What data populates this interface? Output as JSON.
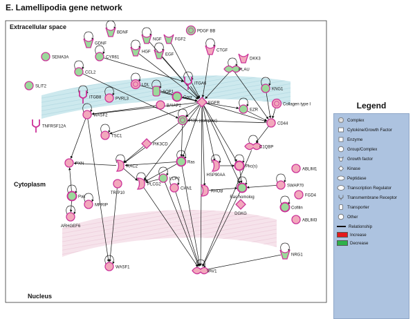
{
  "title": "E. Lamellipodia gene network",
  "regions": {
    "extracellular": "Extracellular space",
    "cytoplasm": "Cytoplasm",
    "nucleus": "Nucleus"
  },
  "colors": {
    "increase": "#e41a1c",
    "decrease": "#2fb24a",
    "up_fill": "#f2a8bc",
    "down_fill": "#9bd99a",
    "node_stroke": "#cc3399",
    "membrane": "#bfe3ea",
    "nuclear_membrane": "#f2d8e4",
    "legend_bg": "#adc3e0"
  },
  "nodes": [
    {
      "id": "BDNF",
      "label": "BDNF",
      "shape": "growth-factor",
      "reg": "down"
    },
    {
      "id": "GDNF",
      "label": "GDNF",
      "shape": "growth-factor",
      "reg": "down"
    },
    {
      "id": "NGF",
      "label": "NGF",
      "shape": "growth-factor",
      "reg": "down"
    },
    {
      "id": "FGF2",
      "label": "FGF2",
      "shape": "growth-factor",
      "reg": "down"
    },
    {
      "id": "PDGFBB",
      "label": "PDGF BB",
      "shape": "complex",
      "reg": "down"
    },
    {
      "id": "HGF",
      "label": "HGF",
      "shape": "growth-factor",
      "reg": "down"
    },
    {
      "id": "EGF",
      "label": "EGF",
      "shape": "growth-factor",
      "reg": "down"
    },
    {
      "id": "CTGF",
      "label": "CTGF",
      "shape": "growth-factor",
      "reg": "up"
    },
    {
      "id": "DKK3",
      "label": "DKK3",
      "shape": "growth-factor",
      "reg": "up"
    },
    {
      "id": "CYR61",
      "label": "CYR61",
      "shape": "other",
      "reg": "down"
    },
    {
      "id": "SEMA3A",
      "label": "SEMA3A",
      "shape": "other",
      "reg": "down"
    },
    {
      "id": "CCL2",
      "label": "CCL2",
      "shape": "other",
      "reg": "down"
    },
    {
      "id": "PLAU",
      "label": "PLAU",
      "shape": "peptidase",
      "reg": "down"
    },
    {
      "id": "SLIT2",
      "label": "SLIT2",
      "shape": "other",
      "reg": "down"
    },
    {
      "id": "LDL",
      "label": "LDL",
      "shape": "complex",
      "reg": "up"
    },
    {
      "id": "ITGB8",
      "label": "ITGB8",
      "shape": "receptor",
      "reg": "down"
    },
    {
      "id": "PVRL3",
      "label": "PVRL3",
      "shape": "other",
      "reg": "up"
    },
    {
      "id": "AQP1",
      "label": "AQP1",
      "shape": "transporter",
      "reg": "down"
    },
    {
      "id": "GPCR",
      "label": "Gpcr",
      "shape": "group",
      "reg": "down"
    },
    {
      "id": "ITGA6",
      "label": "ITGA6",
      "shape": "receptor",
      "reg": "up"
    },
    {
      "id": "BAIAP2",
      "label": "BAIAP2",
      "shape": "other",
      "reg": "up"
    },
    {
      "id": "EGFR",
      "label": "EGFR",
      "shape": "kinase",
      "reg": "up"
    },
    {
      "id": "KNG1",
      "label": "KNG1",
      "shape": "other",
      "reg": "down"
    },
    {
      "id": "COLLAGEN",
      "label": "Collagen type I",
      "shape": "complex",
      "reg": "up"
    },
    {
      "id": "TNFRSF12A",
      "label": "TNFRSF12A",
      "shape": "receptor",
      "reg": "up"
    },
    {
      "id": "WASF2",
      "label": "WASF2",
      "shape": "other",
      "reg": "up"
    },
    {
      "id": "EZR",
      "label": "EZR",
      "shape": "other",
      "reg": "down"
    },
    {
      "id": "PI3K",
      "label": "PI3K (complex)",
      "shape": "complex",
      "reg": "down"
    },
    {
      "id": "CD44",
      "label": "CD44",
      "shape": "other",
      "reg": "up"
    },
    {
      "id": "TSC1",
      "label": "TSC1",
      "shape": "other",
      "reg": "up"
    },
    {
      "id": "PIK3CD",
      "label": "PIK3CD",
      "shape": "kinase",
      "reg": "up"
    },
    {
      "id": "C1QBP",
      "label": "C1QBP",
      "shape": "peptidase",
      "reg": "up"
    },
    {
      "id": "PXN",
      "label": "PXN",
      "shape": "other",
      "reg": "up"
    },
    {
      "id": "RAC2",
      "label": "RAC2",
      "shape": "enzyme",
      "reg": "up"
    },
    {
      "id": "RAS",
      "label": "Ras",
      "shape": "group",
      "reg": "down"
    },
    {
      "id": "HSP90AA",
      "label": "HSP90AA",
      "shape": "enzyme",
      "reg": "up"
    },
    {
      "id": "PKCS",
      "label": "Pkc(s)",
      "shape": "group",
      "reg": "up"
    },
    {
      "id": "ABLIM1",
      "label": "ABLIM1",
      "shape": "other",
      "reg": "up"
    },
    {
      "id": "LCP2",
      "label": "LCP2",
      "shape": "other",
      "reg": "down"
    },
    {
      "id": "PAK",
      "label": "Pak",
      "shape": "group",
      "reg": "down"
    },
    {
      "id": "TRIP10",
      "label": "TRIP10",
      "shape": "other",
      "reg": "up"
    },
    {
      "id": "PLCG2",
      "label": "PLCG2",
      "shape": "enzyme",
      "reg": "up"
    },
    {
      "id": "CHN1",
      "label": "CHN1",
      "shape": "other",
      "reg": "up"
    },
    {
      "id": "RHOB",
      "label": "RHOB",
      "shape": "enzyme",
      "reg": "up"
    },
    {
      "id": "RASHOM",
      "label": "Ras homolog",
      "shape": "group",
      "reg": "down"
    },
    {
      "id": "SWAP70",
      "label": "SWAP70",
      "shape": "other",
      "reg": "up"
    },
    {
      "id": "FGD4",
      "label": "FGD4",
      "shape": "other",
      "reg": "up"
    },
    {
      "id": "MPRIP",
      "label": "MPRIP",
      "shape": "other",
      "reg": "up"
    },
    {
      "id": "ARHGEF6",
      "label": "ARHGEF6",
      "shape": "other",
      "reg": "up"
    },
    {
      "id": "DGKG",
      "label": "DGKG",
      "shape": "kinase",
      "reg": "up"
    },
    {
      "id": "COFILIN",
      "label": "Cofilin",
      "shape": "group",
      "reg": "down"
    },
    {
      "id": "ABLIM3",
      "label": "ABLIM3",
      "shape": "other",
      "reg": "up"
    },
    {
      "id": "NRG1",
      "label": "NRG1",
      "shape": "growth-factor",
      "reg": "down"
    },
    {
      "id": "WASF1",
      "label": "WASF1",
      "shape": "other",
      "reg": "up"
    },
    {
      "id": "VAV1",
      "label": "VAV1",
      "shape": "peptidase",
      "reg": "up"
    }
  ],
  "edges": [
    [
      "EGF",
      "EGFR"
    ],
    [
      "HGF",
      "EGFR"
    ],
    [
      "CTGF",
      "EGFR"
    ],
    [
      "FGF2",
      "EGFR"
    ],
    [
      "NGF",
      "EGFR"
    ],
    [
      "PLAU",
      "EGFR"
    ],
    [
      "PLAU",
      "CD44"
    ],
    [
      "ITGA6",
      "EGFR"
    ],
    [
      "LDL",
      "EGFR"
    ],
    [
      "AQP1",
      "EGFR"
    ],
    [
      "GPCR",
      "EGFR"
    ],
    [
      "CYR61",
      "ITGA6"
    ],
    [
      "CCL2",
      "PI3K"
    ],
    [
      "KNG1",
      "CD44"
    ],
    [
      "COLLAGEN",
      "CD44"
    ],
    [
      "EGFR",
      "EZR"
    ],
    [
      "EGFR",
      "PI3K"
    ],
    [
      "EGFR",
      "RAS"
    ],
    [
      "EGFR",
      "CD44"
    ],
    [
      "EGFR",
      "PKCS"
    ],
    [
      "EGFR",
      "HSP90AA"
    ],
    [
      "EGFR",
      "RHOB"
    ],
    [
      "EGFR",
      "RASHOM"
    ],
    [
      "EGFR",
      "VAV1"
    ],
    [
      "EGFR",
      "PLCG2"
    ],
    [
      "EZR",
      "CD44"
    ],
    [
      "CD44",
      "PI3K"
    ],
    [
      "CD44",
      "C1QBP"
    ],
    [
      "PI3K",
      "RAC2"
    ],
    [
      "PI3K",
      "RAS"
    ],
    [
      "PIK3CD",
      "RAC2"
    ],
    [
      "RAS",
      "RAC2"
    ],
    [
      "RAS",
      "PLCG2"
    ],
    [
      "RAS",
      "VAV1"
    ],
    [
      "RAC2",
      "PLCG2"
    ],
    [
      "RAC2",
      "PXN"
    ],
    [
      "LCP2",
      "PLCG2"
    ],
    [
      "LCP2",
      "VAV1"
    ],
    [
      "HSP90AA",
      "PKCS"
    ],
    [
      "PKCS",
      "RASHOM"
    ],
    [
      "RASHOM",
      "VAV1"
    ],
    [
      "SWAP70",
      "RASHOM"
    ],
    [
      "RHOB",
      "RASHOM"
    ],
    [
      "PAK",
      "PXN"
    ],
    [
      "PAK",
      "ARHGEF6"
    ],
    [
      "WASF2",
      "WASF1"
    ],
    [
      "WASF2",
      "PXN"
    ],
    [
      "TRIP10",
      "WASF1"
    ],
    [
      "PLCG2",
      "VAV1"
    ],
    [
      "CHN1",
      "VAV1"
    ],
    [
      "NRG1",
      "VAV1"
    ],
    [
      "BAIAP2",
      "WASF2"
    ],
    [
      "EGFR",
      "WASF2"
    ],
    [
      "C1QBP",
      "VAV1"
    ],
    [
      "EGFR",
      "TSC1"
    ]
  ],
  "legend": {
    "title": "Legend",
    "items": [
      {
        "label": "Complex",
        "icon": "complex-icon"
      },
      {
        "label": "Cytokine/Growth Factor",
        "icon": "cytokine-icon"
      },
      {
        "label": "Enzyme",
        "icon": "enzyme-icon"
      },
      {
        "label": "Group/Complex",
        "icon": "group-icon"
      },
      {
        "label": "Growth factor",
        "icon": "growth-factor-icon"
      },
      {
        "label": "Kinase",
        "icon": "kinase-icon"
      },
      {
        "label": "Peptidase",
        "icon": "peptidase-icon"
      },
      {
        "label": "Transcription Regulator",
        "icon": "transcription-regulator-icon"
      },
      {
        "label": "Transmembrane Receptor",
        "icon": "receptor-icon"
      },
      {
        "label": "Transporter",
        "icon": "transporter-icon"
      },
      {
        "label": "Other",
        "icon": "other-icon"
      }
    ],
    "relationship": "Relationship",
    "increase": "Increase",
    "decrease": "Decrease"
  }
}
